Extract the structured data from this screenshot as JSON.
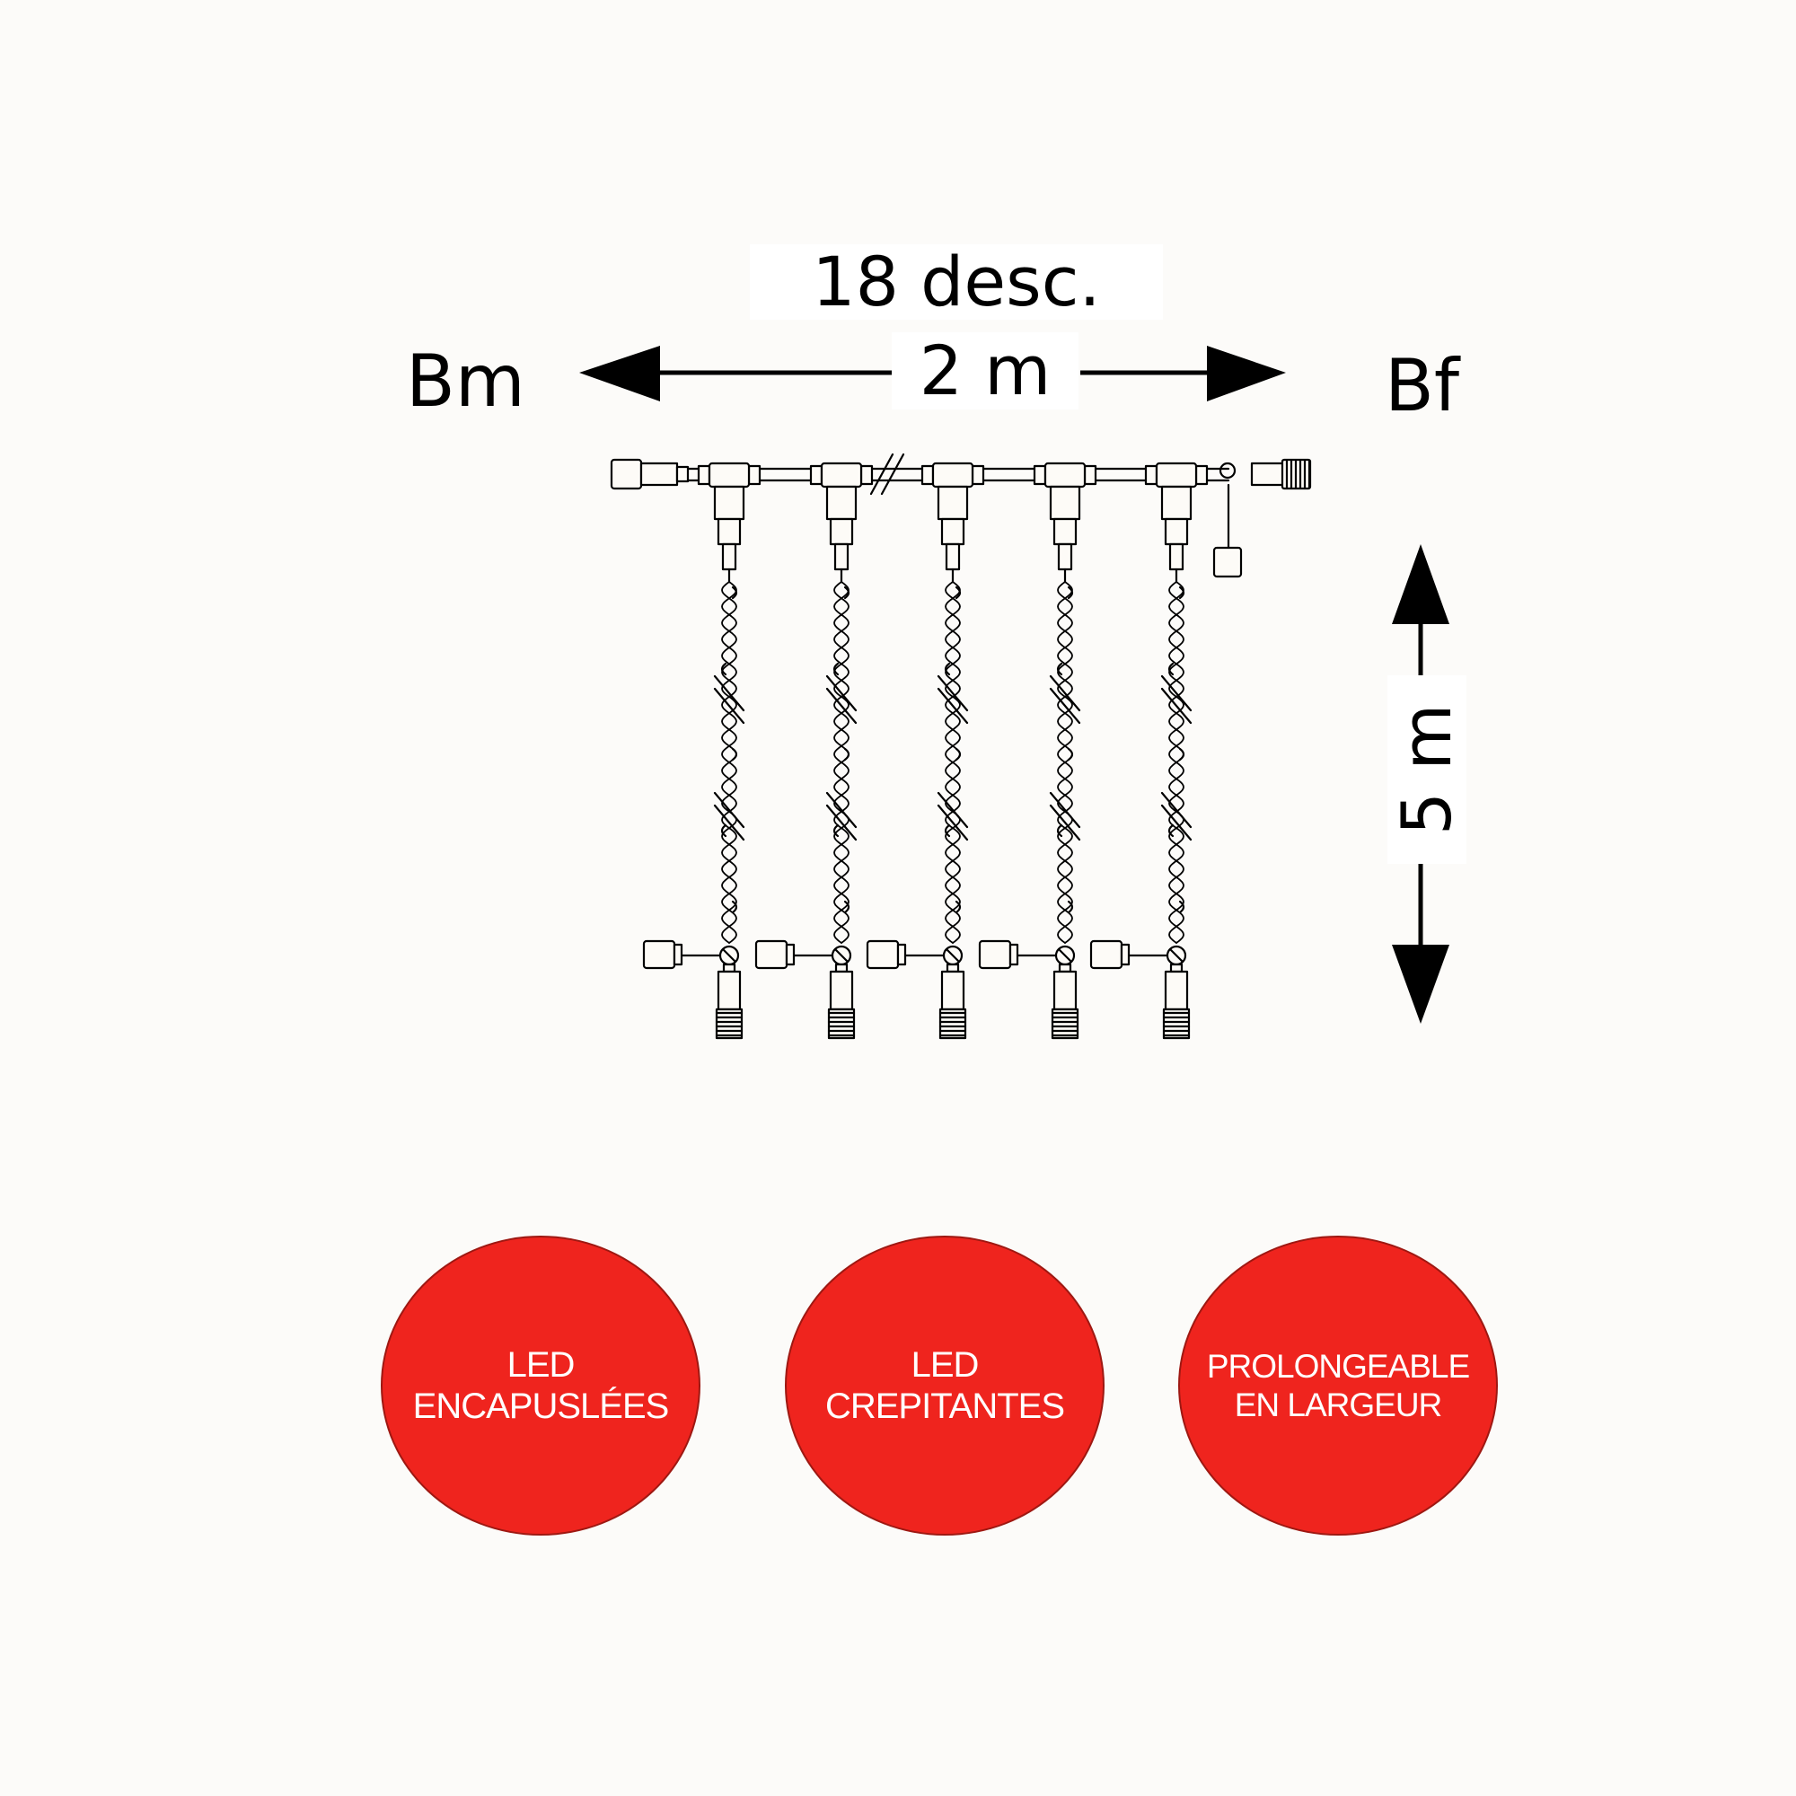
{
  "diagram": {
    "descents_label": "18 desc.",
    "width_label": "2 m",
    "male_end_label": "Bm",
    "female_end_label": "Bf",
    "height_label": "5 m"
  },
  "badges": [
    {
      "line1": "LED",
      "line2": "ENCAPUSLÉES"
    },
    {
      "line1": "LED",
      "line2": "CREPITANTES"
    },
    {
      "line1": "PROLONGEABLE",
      "line2": "EN LARGEUR"
    }
  ],
  "colors": {
    "background": "#fcfbf9",
    "badge_fill": "#ef241e",
    "badge_text": "#ffffff",
    "line": "#000000"
  }
}
